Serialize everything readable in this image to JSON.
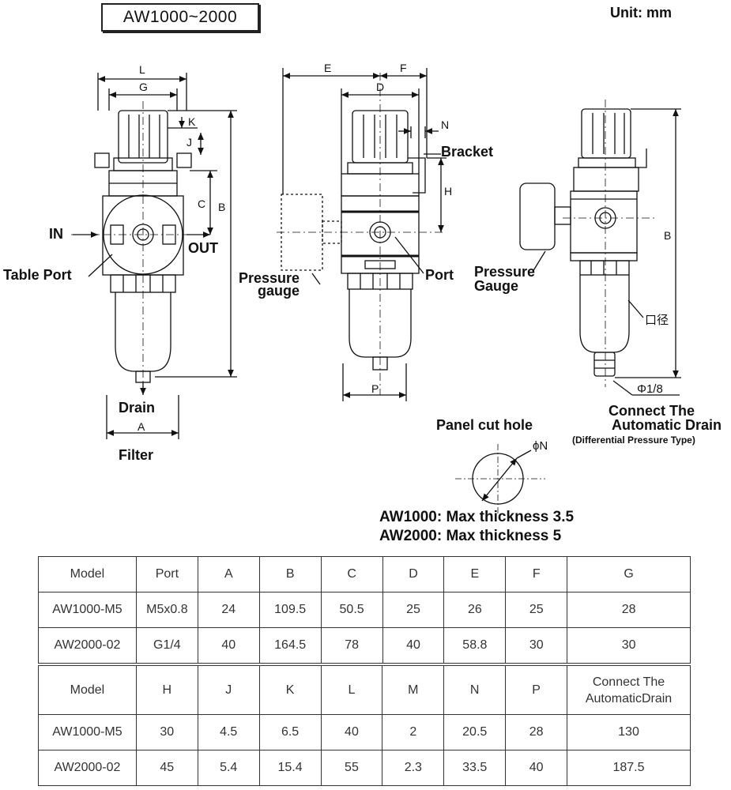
{
  "title": "AW1000~2000",
  "unit": "Unit: mm",
  "drawing_labels": {
    "in": "IN",
    "out": "OUT",
    "table_port": "Table Port",
    "drain": "Drain",
    "filter": "Filter",
    "pressure_gauge_dashed": [
      "Pressure",
      "gauge"
    ],
    "port": "Port",
    "bracket": "Bracket",
    "pressure_gauge_right": [
      "Pressure",
      "Gauge"
    ],
    "bore": "口径",
    "phi_1_8": "Φ1/8",
    "connect_auto_drain": [
      "Connect The",
      "Automatic Drain"
    ],
    "differential": "(Differential Pressure Type)",
    "panel_cut_hole": "Panel cut hole",
    "phi_n": "ϕN"
  },
  "dimension_letters": {
    "L": "L",
    "G": "G",
    "K": "K",
    "J": "J",
    "C": "C",
    "B": "B",
    "A": "A",
    "E": "E",
    "F": "F",
    "D": "D",
    "N": "N",
    "H": "H",
    "P": "P",
    "B2": "B"
  },
  "notes": [
    "AW1000: Max thickness 3.5",
    "AW2000: Max thickness 5"
  ],
  "table1": {
    "headers": [
      "Model",
      "Port",
      "A",
      "B",
      "C",
      "D",
      "E",
      "F",
      "G"
    ],
    "rows": [
      [
        "AW1000-M5",
        "M5x0.8",
        "24",
        "109.5",
        "50.5",
        "25",
        "26",
        "25",
        "28"
      ],
      [
        "AW2000-02",
        "G1/4",
        "40",
        "164.5",
        "78",
        "40",
        "58.8",
        "30",
        "30"
      ]
    ]
  },
  "table2": {
    "headers": [
      "Model",
      "H",
      "J",
      "K",
      "L",
      "M",
      "N",
      "P"
    ],
    "last_header": [
      "Connect The",
      "AutomaticDrain"
    ],
    "rows": [
      [
        "AW1000-M5",
        "30",
        "4.5",
        "6.5",
        "40",
        "2",
        "20.5",
        "28",
        "130"
      ],
      [
        "AW2000-02",
        "45",
        "5.4",
        "15.4",
        "55",
        "2.3",
        "33.5",
        "40",
        "187.5"
      ]
    ]
  }
}
